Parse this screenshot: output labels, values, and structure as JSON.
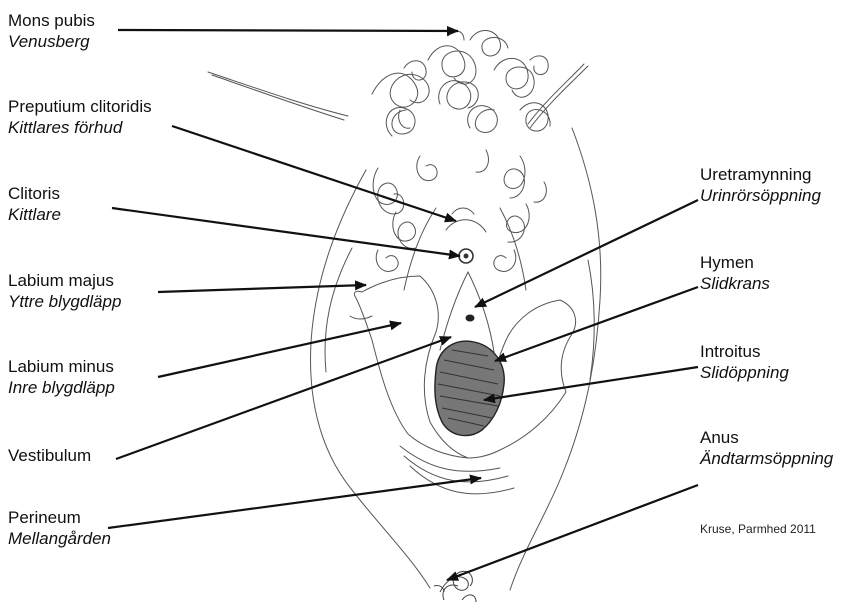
{
  "colors": {
    "ink": "#111111",
    "sketch": "#555555",
    "hatch": "#333333"
  },
  "labels": {
    "mons_pubis": {
      "term": "Mons pubis",
      "translation": "Venusberg"
    },
    "preputium": {
      "term": "Preputium clitoridis",
      "translation": "Kittlares förhud"
    },
    "clitoris": {
      "term": "Clitoris",
      "translation": "Kittlare"
    },
    "labium_majus": {
      "term": "Labium majus",
      "translation": "Yttre blygdläpp"
    },
    "labium_minus": {
      "term": "Labium minus",
      "translation": "Inre blygdläpp"
    },
    "vestibulum": {
      "term": "Vestibulum",
      "translation": ""
    },
    "perineum": {
      "term": "Perineum",
      "translation": "Mellangården"
    },
    "uretramynning": {
      "term": "Uretramynning",
      "translation": "Urinrörsöppning"
    },
    "hymen": {
      "term": "Hymen",
      "translation": "Slidkrans"
    },
    "introitus": {
      "term": "Introitus",
      "translation": "Slidöppning"
    },
    "anus": {
      "term": "Anus",
      "translation": "Ändtarmsöppning"
    }
  },
  "credit": "Kruse, Parmhed 2011"
}
